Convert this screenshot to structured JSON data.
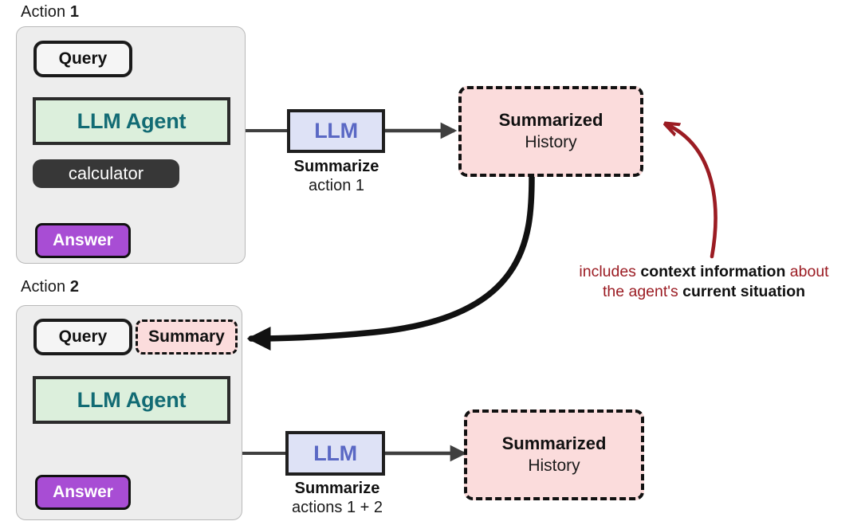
{
  "diagram": {
    "title_hidden": "",
    "colors": {
      "agent_fill": "#dcefdc",
      "agent_text": "#126b74",
      "llm_fill": "#dee2f6",
      "llm_text": "#5a68c4",
      "answer_fill": "#a84dd4",
      "history_fill": "#fbdcdc",
      "tool_fill": "#373737",
      "panel_fill": "#ededed",
      "annotation_red": "#9b1c23",
      "arrow_dark": "#3f3f3f"
    }
  },
  "action1": {
    "label_prefix": "Action ",
    "label_number": "1",
    "query": "Query",
    "agent": "LLM Agent",
    "tool": "calculator",
    "answer": "Answer"
  },
  "action2": {
    "label_prefix": "Action ",
    "label_number": "2",
    "query": "Query",
    "summary_chip": "Summary",
    "agent": "LLM Agent",
    "answer": "Answer"
  },
  "summarizer1": {
    "llm": "LLM",
    "caption_bold": "Summarize",
    "caption_normal": "action 1"
  },
  "summarizer2": {
    "llm": "LLM",
    "caption_bold": "Summarize",
    "caption_normal": "actions 1 + 2"
  },
  "history1": {
    "line1": "Summarized",
    "line2": "History"
  },
  "history2": {
    "line1": "Summarized",
    "line2": "History"
  },
  "annotation": {
    "line1_pre": "includes ",
    "line1_bold": "context information",
    "line1_post": " about",
    "line2_pre": "the agent's ",
    "line2_bold": "current situation"
  }
}
